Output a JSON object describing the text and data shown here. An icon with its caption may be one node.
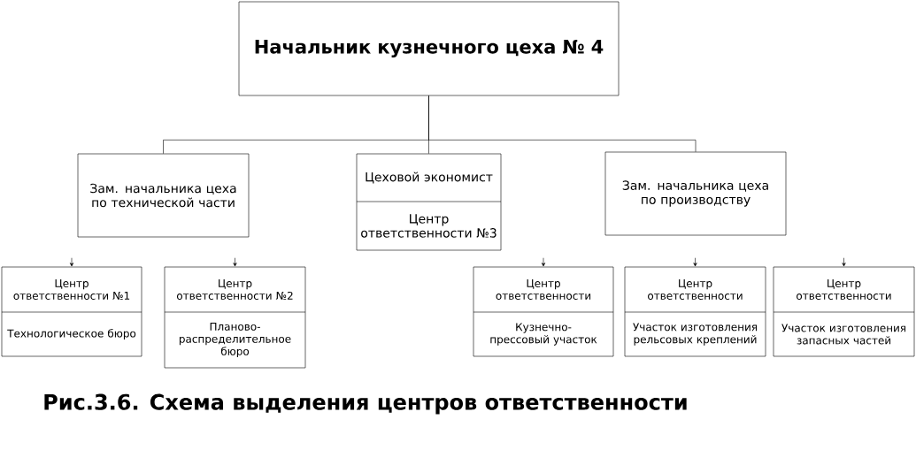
{
  "diagram": {
    "caption": "Рис.3.6. Схема выделения центров ответственности",
    "nodes": [
      {
        "text": [
          "Начальник кузнечного цеха № 4"
        ]
      },
      {
        "text": [
          "Зам. начальника цеха по технической части"
        ]
      },
      {
        "text": [
          "Цеховой экономист",
          "Центр ответственности №3"
        ]
      },
      {
        "text": [
          "Зам. начальника цеха по производству"
        ]
      },
      {
        "text": [
          "Центр ответственности №1",
          "Технологическое бюро"
        ]
      },
      {
        "text": [
          "Центр ответственности №2",
          "Планово-распределительное бюро"
        ]
      },
      {
        "text": [
          "Центр ответственности",
          "Кузнечно-прессовый участок"
        ]
      },
      {
        "text": [
          "Центр ответственности",
          "Участок изготовления рельсовых креплений"
        ]
      },
      {
        "text": [
          "Центр ответственности",
          "Участок изготовления запасных частей"
        ]
      }
    ],
    "edges": [
      {
        "from": 0,
        "to": 1,
        "arrow": "none"
      },
      {
        "from": 0,
        "to": 2,
        "arrow": "none"
      },
      {
        "from": 0,
        "to": 3,
        "arrow": "none"
      },
      {
        "from": null,
        "to": 4,
        "arrow": "to"
      },
      {
        "from": null,
        "to": 5,
        "arrow": "to"
      },
      {
        "from": null,
        "to": 6,
        "arrow": "to"
      },
      {
        "from": null,
        "to": 7,
        "arrow": "to"
      },
      {
        "from": null,
        "to": 8,
        "arrow": "to"
      }
    ]
  }
}
